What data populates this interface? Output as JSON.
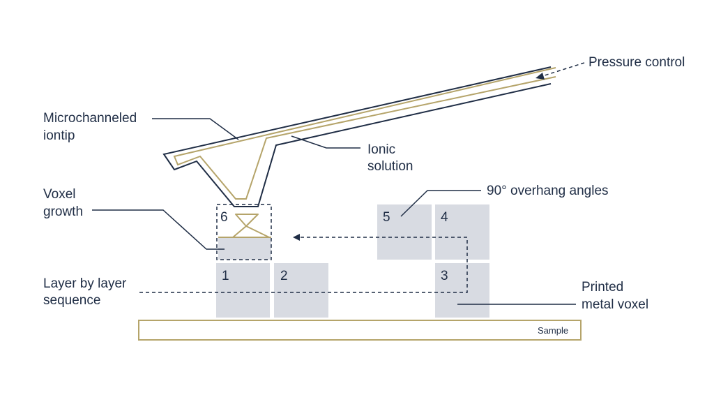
{
  "colors": {
    "navy": "#1f2d45",
    "gold": "#b5a46a",
    "voxel_fill": "#d8dbe2",
    "background": "#ffffff"
  },
  "labels": {
    "pressure_control": "Pressure control",
    "tip_line1": "Microchanneled",
    "tip_line2": "iontip",
    "ionic_line1": "Ionic",
    "ionic_line2": "solution",
    "voxel_growth_line1": "Voxel",
    "voxel_growth_line2": "growth",
    "overhang": "90° overhang angles",
    "layer_line1": "Layer by layer",
    "layer_line2": "sequence",
    "printed_line1": "Printed",
    "printed_line2": "metal voxel",
    "sample": "Sample"
  },
  "voxels": [
    {
      "number": "1"
    },
    {
      "number": "2"
    },
    {
      "number": "3"
    },
    {
      "number": "4"
    },
    {
      "number": "5"
    },
    {
      "number": "6"
    }
  ]
}
